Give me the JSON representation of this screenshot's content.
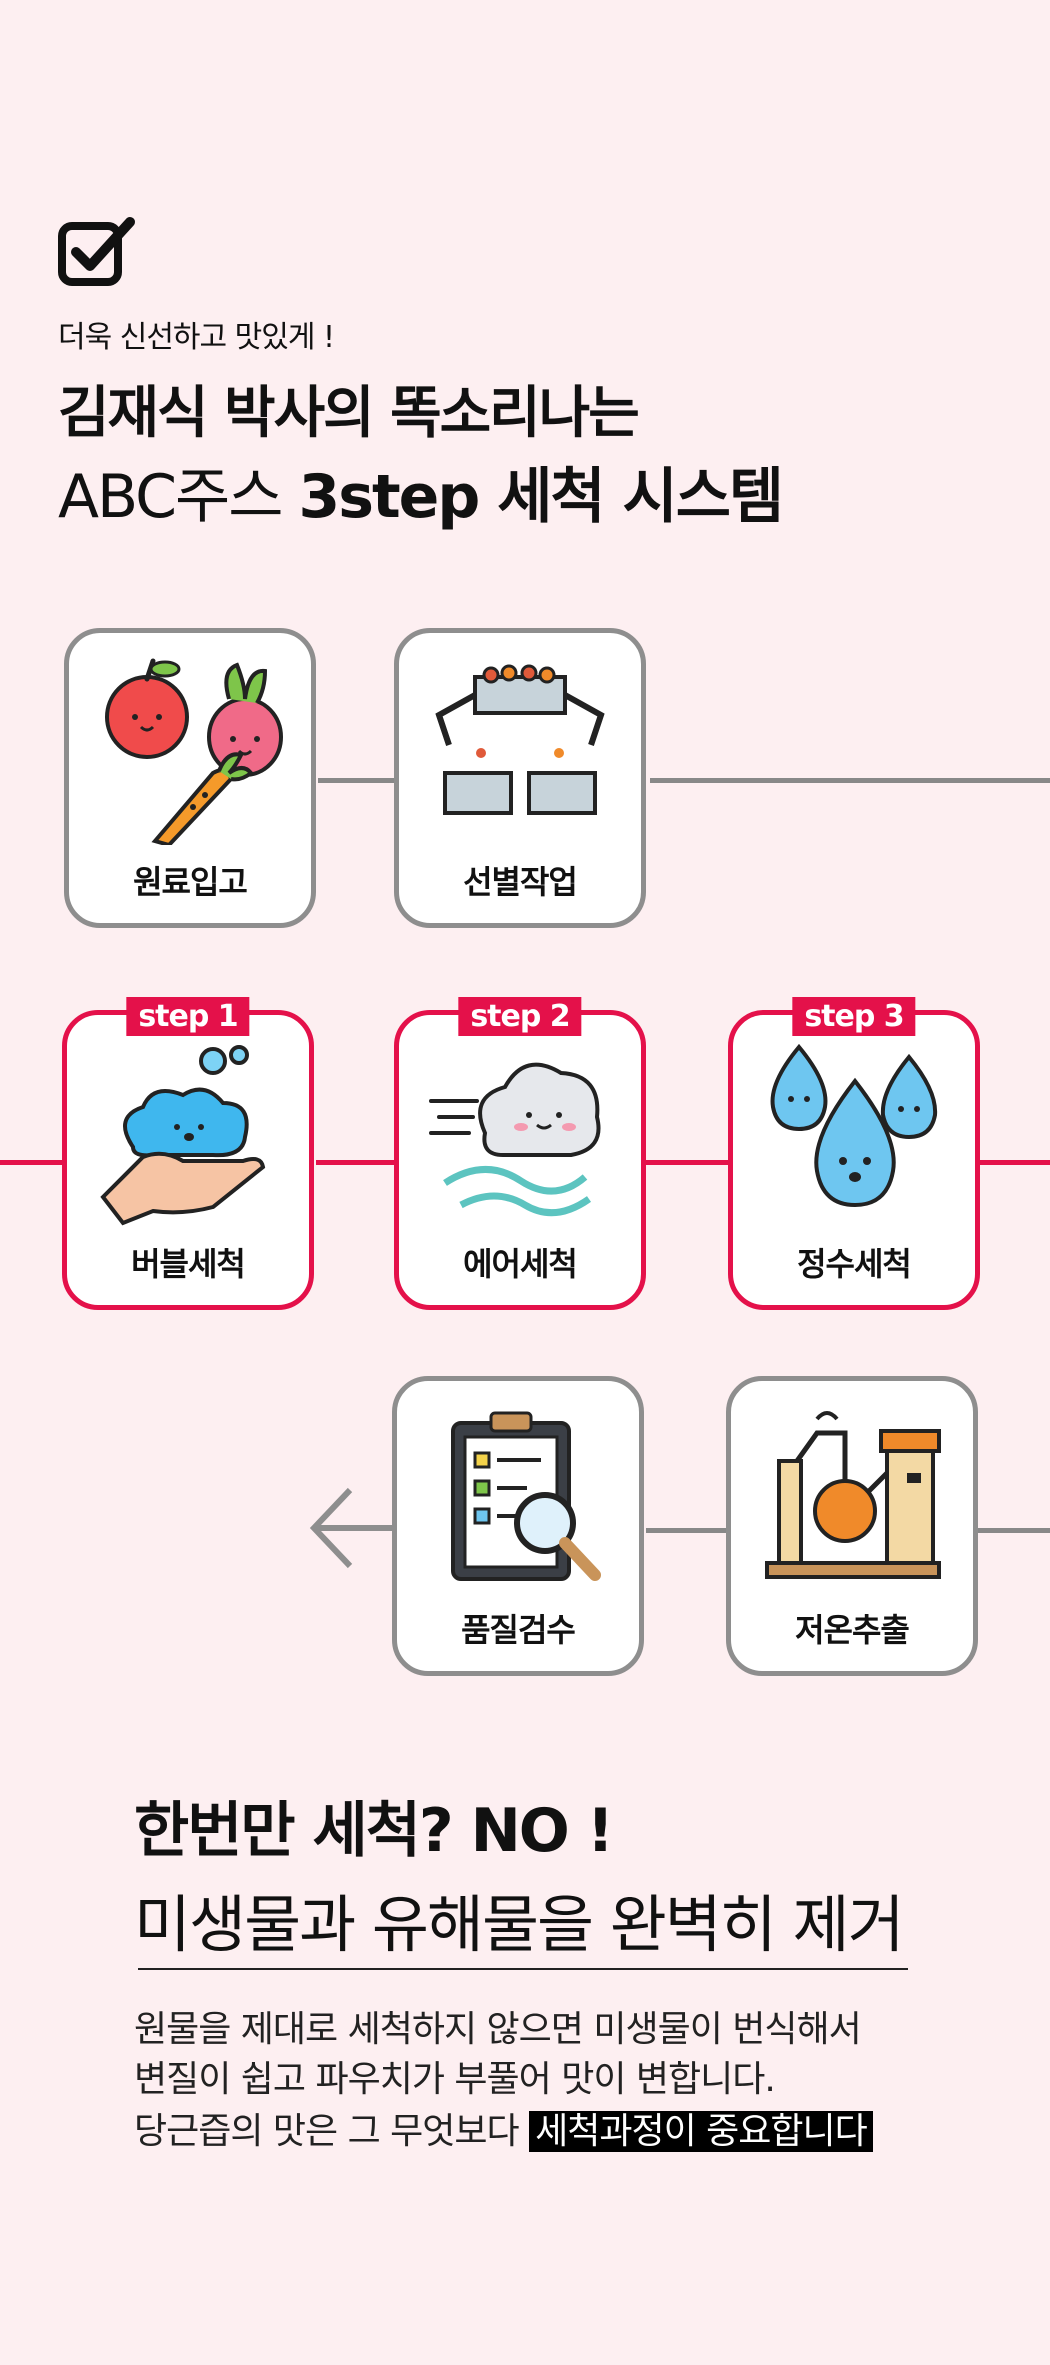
{
  "header": {
    "eyebrow": "더욱 신선하고 맛있게 !",
    "title_line1": "김재식 박사의 똑소리나는",
    "title_line2_regular": "ABC주스 ",
    "title_line2_bold": "3step 세척 시스템"
  },
  "steps": {
    "raw_input": {
      "label": "원료입고"
    },
    "sorting": {
      "label": "선별작업"
    },
    "bubble_wash": {
      "badge": "step 1",
      "label": "버블세척"
    },
    "air_wash": {
      "badge": "step 2",
      "label": "에어세척"
    },
    "water_wash": {
      "badge": "step 3",
      "label": "정수세척"
    },
    "quality_check": {
      "label": "품질검수"
    },
    "cold_extract": {
      "label": "저온추출"
    }
  },
  "bottom": {
    "heading": "한번만 세척? NO !",
    "subheading": "미생물과 유해물을 완벽히 제거",
    "para_line1": "원물을 제대로 세척하지 않으면 미생물이 번식해서",
    "para_line2": "변질이 쉽고 파우치가 부풀어 맛이 변합니다.",
    "para_line3_prefix": "당근즙의 맛은 그 무엇보다 ",
    "para_line3_highlight": "세척과정이 중요합니다"
  },
  "colors": {
    "accent": "#e4114a",
    "border_gray": "#8e8e8e",
    "background": "#fdeff1"
  }
}
